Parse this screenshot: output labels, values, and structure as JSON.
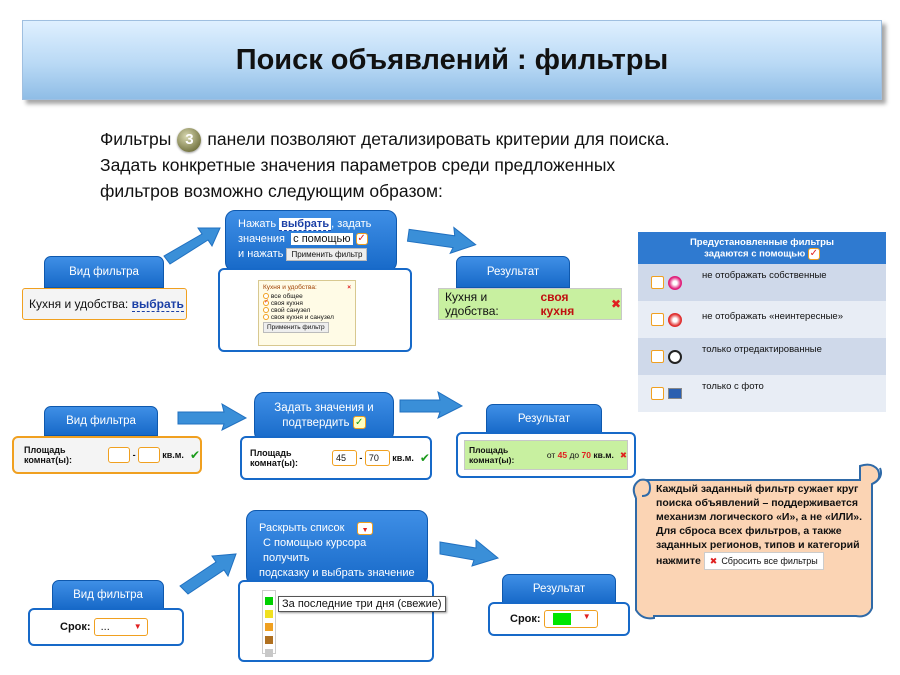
{
  "title": "Поиск объявлений : фильтры",
  "intro": {
    "line1_before": "Фильтры",
    "badge": "3",
    "line1_after": "панели позволяют детализировать критерии для поиска.",
    "line2": "Задать конкретные значения параметров среди предложенных",
    "line3": "фильтров возможно следующим образом:"
  },
  "row1": {
    "tab_filter": "Вид фильтра",
    "filter_label": "Кухня и удобства:",
    "filter_link": "выбрать",
    "step_text1": "Нажать",
    "step_link": "выбрать",
    "step_text2": ", задать",
    "step_text3": "значения",
    "step_text4": "с помощью",
    "step_text5": "и нажать",
    "apply_btn": "Применить фильтр",
    "popup_title": "Кухня и удобства:",
    "popup_close": "×",
    "popup_options": [
      "все общее",
      "своя кухня",
      "свой санузел",
      "своя кухня и санузел"
    ],
    "popup_apply": "Применить фильтр",
    "tab_result": "Результат",
    "result_label": "Кухня и удобства:",
    "result_value": "своя кухня"
  },
  "row2": {
    "tab_filter": "Вид фильтра",
    "field_label": "Площадь комнат(ы):",
    "unit": "кв.м.",
    "dash": "-",
    "step_text": "Задать значения и подтвердить",
    "input_from": "45",
    "input_to": "70",
    "tab_result": "Результат",
    "result_label": "Площадь комнат(ы):",
    "result_from_word": "от",
    "result_from": "45",
    "result_to_word": "до",
    "result_to": "70",
    "result_unit": "кв.м."
  },
  "row3": {
    "tab_filter": "Вид фильтра",
    "field_label": "Срок:",
    "field_value": "...",
    "step_line1": "Раскрыть список",
    "step_line2": "С помощью курсора получить",
    "step_line3": "подсказку и выбрать значение",
    "tooltip": "За последние три дня (свежие)",
    "tab_result": "Результат",
    "result_label": "Срок:"
  },
  "preset_table": {
    "header_line1": "Предустановленные фильтры",
    "header_line2": "задаются с помощью",
    "rows": [
      "не отображать собственные",
      "не отображать «неинтересные»",
      "только отредактированные",
      "только с фото"
    ]
  },
  "note": {
    "text": "Каждый заданный фильтр сужает круг поиска объявлений – поддерживается механизм логического «И», а не «ИЛИ». Для сброса всех фильтров, а также заданных регионов, типов и категорий нажмите",
    "reset_btn": "Сбросить все фильтры"
  },
  "colors": {
    "accent_blue": "#1769c8",
    "result_green": "#c8f0a0",
    "note_bg": "#fbd4b4",
    "select_green": "#00e600"
  }
}
